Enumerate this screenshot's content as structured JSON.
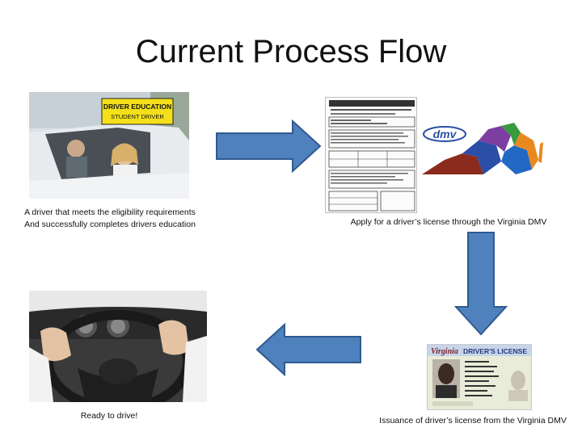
{
  "slide": {
    "title": "Current Process Flow",
    "steps": [
      {
        "caption_line1": "A driver that meets the eligibility requirements",
        "caption_line2": "And successfully completes drivers education",
        "sign_line1": "DRIVER EDUCATION",
        "sign_line2": "STUDENT DRIVER"
      },
      {
        "caption": "Apply for a driver’s license through the Virginia DMV",
        "logo_text": "dmv"
      },
      {
        "caption": "Issuance of driver’s license from the Virginia DMV",
        "license_state": "Virginia",
        "license_title": "DRIVER'S LICENSE"
      },
      {
        "caption": "Ready to drive!"
      }
    ]
  },
  "colors": {
    "arrow_fill": "#4f81bd",
    "arrow_stroke": "#2f5a8f"
  }
}
